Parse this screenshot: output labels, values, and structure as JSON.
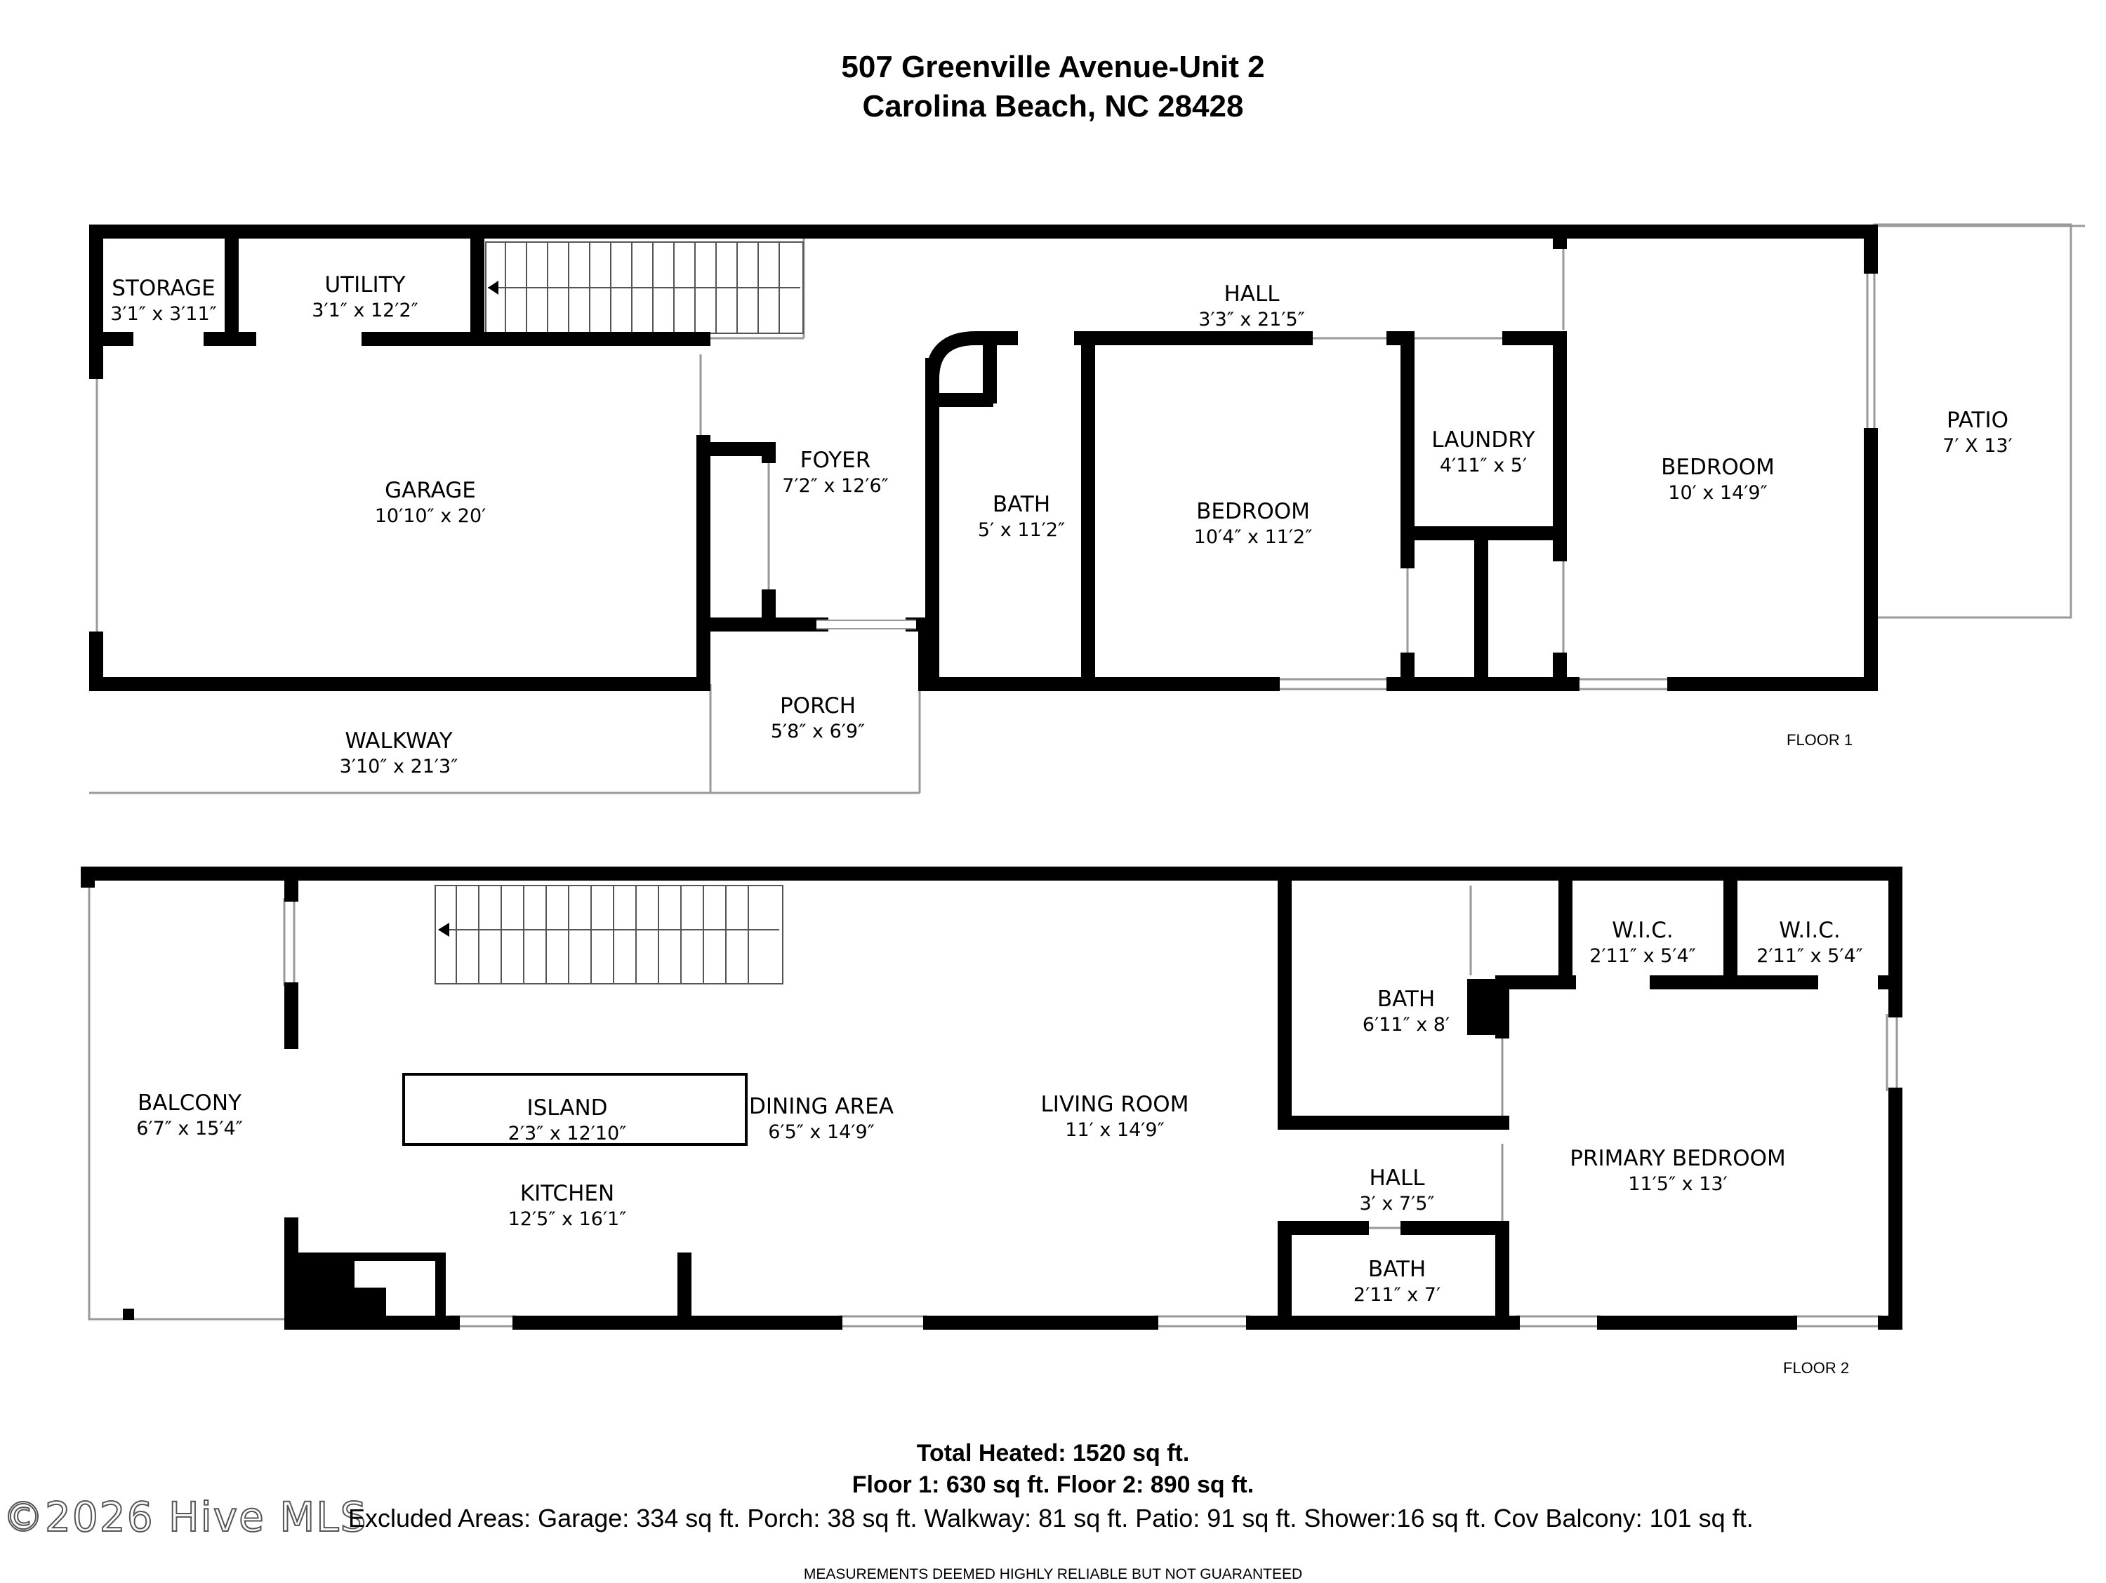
{
  "header": {
    "line1": "507 Greenville Avenue-Unit 2",
    "line2": "Carolina Beach, NC 28428"
  },
  "floor1": {
    "label": "FLOOR 1",
    "rooms": {
      "storage": {
        "name": "STORAGE",
        "dims": "3′1″ x 3′11″"
      },
      "utility": {
        "name": "UTILITY",
        "dims": "3′1″ x 12′2″"
      },
      "hall": {
        "name": "HALL",
        "dims": "3′3″ x 21′5″"
      },
      "garage": {
        "name": "GARAGE",
        "dims": "10′10″ x 20′"
      },
      "foyer": {
        "name": "FOYER",
        "dims": "7′2″ x 12′6″"
      },
      "bath": {
        "name": "BATH",
        "dims": "5′ x 11′2″"
      },
      "bedroom": {
        "name": "BEDROOM",
        "dims": "10′4″ x 11′2″"
      },
      "laundry": {
        "name": "LAUNDRY",
        "dims": "4′11″ x 5′"
      },
      "bedroom2": {
        "name": "BEDROOM",
        "dims": "10′ x 14′9″"
      },
      "patio": {
        "name": "PATIO",
        "dims": "7′ X 13′"
      },
      "porch": {
        "name": "PORCH",
        "dims": "5′8″ x 6′9″"
      },
      "walkway": {
        "name": "WALKWAY",
        "dims": "3′10″ x 21′3″"
      }
    }
  },
  "floor2": {
    "label": "FLOOR 2",
    "rooms": {
      "balcony": {
        "name": "BALCONY",
        "dims": "6′7″ x 15′4″"
      },
      "island": {
        "name": "ISLAND",
        "dims": "2′3″ x 12′10″"
      },
      "dining": {
        "name": "DINING AREA",
        "dims": "6′5″ x 14′9″"
      },
      "living": {
        "name": "LIVING ROOM",
        "dims": "11′ x 14′9″"
      },
      "kitchen": {
        "name": "KITCHEN",
        "dims": "12′5″ x 16′1″"
      },
      "bath1": {
        "name": "BATH",
        "dims": "6′11″ x 8′"
      },
      "wic1": {
        "name": "W.I.C.",
        "dims": "2′11″ x 5′4″"
      },
      "wic2": {
        "name": "W.I.C.",
        "dims": "2′11″ x 5′4″"
      },
      "hall": {
        "name": "HALL",
        "dims": "3′ x 7′5″"
      },
      "bath2": {
        "name": "BATH",
        "dims": "2′11″ x 7′"
      },
      "primary": {
        "name": "PRIMARY BEDROOM",
        "dims": "11′5″ x 13′"
      }
    }
  },
  "footer": {
    "total": "Total Heated: 1520 sq ft.",
    "floors": "Floor 1: 630 sq ft. Floor 2: 890 sq ft.",
    "excluded": "Excluded Areas: Garage: 334 sq ft. Porch: 38 sq ft. Walkway: 81 sq ft. Patio: 91 sq ft. Shower:16 sq ft. Cov Balcony: 101 sq ft.",
    "watermark": "©2026 Hive MLS",
    "disclaimer": "MEASUREMENTS DEEMED HIGHLY RELIABLE BUT NOT GUARANTEED"
  },
  "colors": {
    "wall": "#000000",
    "line": "#999999",
    "background": "#ffffff"
  }
}
